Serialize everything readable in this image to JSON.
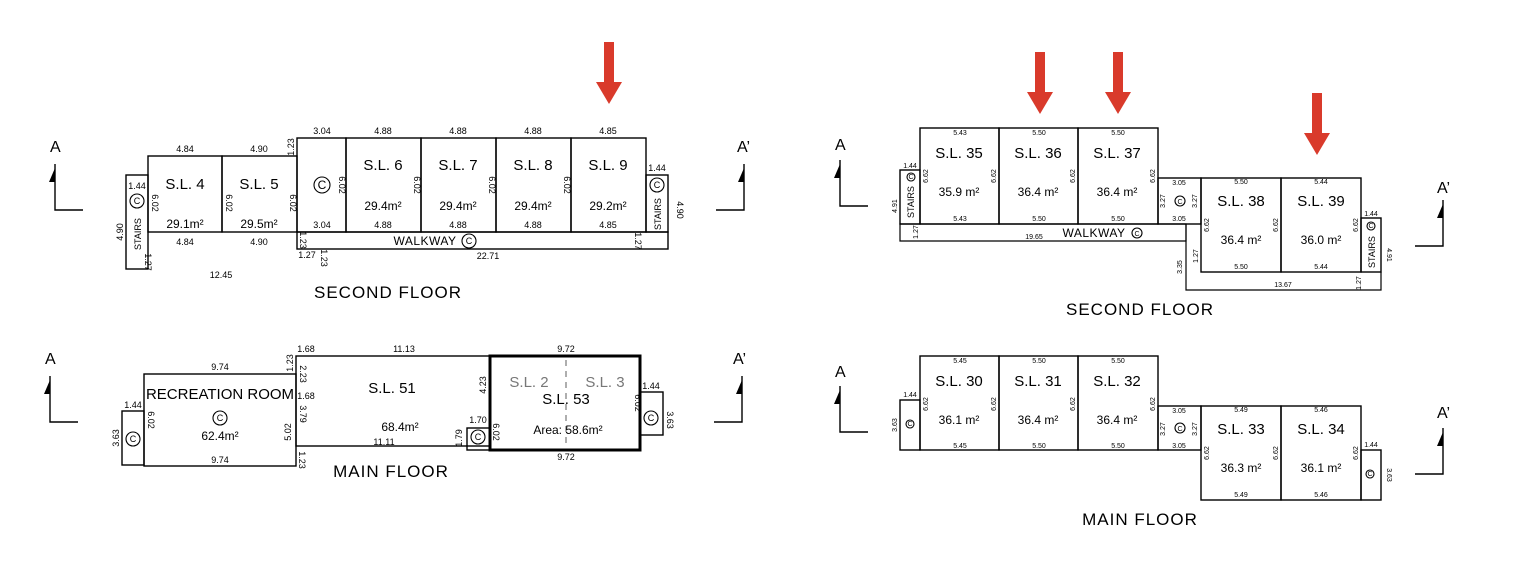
{
  "left": {
    "second_floor": {
      "title": "SECOND FLOOR",
      "units": [
        {
          "label": "S.L. 4",
          "area": "29.1m²"
        },
        {
          "label": "S.L. 5",
          "area": "29.5m²"
        },
        {
          "label": "S.L. 6",
          "area": "29.4m²"
        },
        {
          "label": "S.L. 7",
          "area": "29.4m²"
        },
        {
          "label": "S.L. 8",
          "area": "29.4m²"
        },
        {
          "label": "S.L. 9",
          "area": "29.2m²"
        }
      ],
      "walkway": "WALKWAY",
      "stairs": "STAIRS",
      "dims": {
        "top_4": "4.84",
        "top_5": "4.90",
        "top_c": "3.04",
        "top_6": "4.88",
        "top_7": "4.88",
        "top_8": "4.88",
        "top_9": "4.85",
        "bot_4": "4.84",
        "bot_5": "4.90",
        "bot_c": "3.04",
        "bot_6": "4.88",
        "bot_7": "4.88",
        "bot_8": "4.88",
        "bot_9": "4.85",
        "stairs_w_l": "1.44",
        "stairs_h_l": "4.90",
        "stairs_w_r": "1.44",
        "stairs_h_r": "4.90",
        "d_602_a": "6.02",
        "d_602_b": "6.02",
        "d_602_c": "6.02",
        "d_602_d": "6.02",
        "d_602_e": "6.02",
        "d_602_f": "6.02",
        "d_602_g": "6.02",
        "d_123_a": "1.23",
        "d_123_b": "1.23",
        "d_123_c": "1.23",
        "d_127_a": "1.27",
        "d_127_b": "1.27",
        "d_127_c": "1.27",
        "total_l": "12.45",
        "total_r": "22.71"
      }
    },
    "main_floor": {
      "title": "MAIN FLOOR",
      "rec_room": "RECREATION ROOM",
      "rec_area": "62.4m²",
      "sl51": "S.L. 51",
      "sl51_area": "68.4m²",
      "sl2": "S.L. 2",
      "sl3": "S.L. 3",
      "sl53": "S.L. 53",
      "sl53_area": "Area:  58.6m²",
      "dims": {
        "rec_top": "9.74",
        "rec_bot": "9.74",
        "stair_w": "1.44",
        "stair_h": "3.63",
        "rec_h": "6.02",
        "d_168_a": "1.68",
        "d_168_b": "1.68",
        "d_123_a": "1.23",
        "d_123_b": "1.23",
        "d_223": "2.23",
        "d_379": "3.79",
        "d_502": "5.02",
        "sl51_top": "11.13",
        "sl51_bot": "11.11",
        "d_423": "4.23",
        "d_602_a": "6.02",
        "d_170": "1.70",
        "d_179": "1.79",
        "sl53_top": "9.72",
        "sl53_bot": "9.72",
        "d_602_b": "6.02",
        "r_stair_w": "1.44",
        "r_stair_h": "3.63"
      }
    }
  },
  "right": {
    "second_floor": {
      "title": "SECOND  FLOOR",
      "units": [
        {
          "label": "S.L. 35",
          "area": "35.9 m²"
        },
        {
          "label": "S.L. 36",
          "area": "36.4 m²"
        },
        {
          "label": "S.L. 37",
          "area": "36.4 m²"
        },
        {
          "label": "S.L. 38",
          "area": "36.4 m²"
        },
        {
          "label": "S.L. 39",
          "area": "36.0 m²"
        }
      ],
      "walkway": "WALKWAY",
      "stairs": "STAIRS",
      "dims": {
        "top_35": "5.43",
        "top_36": "5.50",
        "top_37": "5.50",
        "top_38": "5.50",
        "top_39": "5.44",
        "bot_35": "5.43",
        "bot_36": "5.50",
        "bot_37": "5.50",
        "bot_38": "5.50",
        "bot_39": "5.44",
        "d_662_a": "6.62",
        "d_662_b": "6.62",
        "d_662_c": "6.62",
        "d_662_d": "6.62",
        "d_662_e": "6.62",
        "d_662_f": "6.62",
        "d_662_g": "6.62",
        "stairs_w_l": "1.44",
        "stairs_h_l": "4.91",
        "stairs_w_r": "1.44",
        "stairs_h_r": "4.91",
        "c_w_t": "3.05",
        "c_w_b": "3.05",
        "c_h_l": "3.27",
        "c_h_r": "3.27",
        "d_127_a": "1.27",
        "d_127_b": "1.27",
        "d_127_c": "1.27",
        "walk_len": "19.65",
        "d_335": "3.35",
        "total_r": "13.67"
      }
    },
    "main_floor": {
      "title": "MAIN  FLOOR",
      "units": [
        {
          "label": "S.L. 30",
          "area": "36.1 m²"
        },
        {
          "label": "S.L. 31",
          "area": "36.4 m²"
        },
        {
          "label": "S.L. 32",
          "area": "36.4 m²"
        },
        {
          "label": "S.L. 33",
          "area": "36.3 m²"
        },
        {
          "label": "S.L. 34",
          "area": "36.1 m²"
        }
      ],
      "dims": {
        "top_30": "5.45",
        "top_31": "5.50",
        "top_32": "5.50",
        "top_33": "5.49",
        "top_34": "5.46",
        "bot_30": "5.45",
        "bot_31": "5.50",
        "bot_32": "5.50",
        "bot_33": "5.49",
        "bot_34": "5.46",
        "d_662_a": "6.62",
        "d_662_b": "6.62",
        "d_662_c": "6.62",
        "d_662_d": "6.62",
        "d_662_e": "6.62",
        "d_662_f": "6.62",
        "d_662_g": "6.62",
        "stair_w_l": "1.44",
        "stair_h_l": "3.63",
        "stair_w_r": "1.44",
        "stair_h_r": "3.63",
        "c_w_t": "3.05",
        "c_w_b": "3.05",
        "c_h_l": "3.27",
        "c_h_r": "3.27"
      }
    }
  },
  "section_markers": {
    "a": "A",
    "a_prime": "A’"
  },
  "common_symbol": "C",
  "colors": {
    "arrow": "#d93a2b",
    "line": "#000000",
    "dashed": "#9a9a9a"
  }
}
